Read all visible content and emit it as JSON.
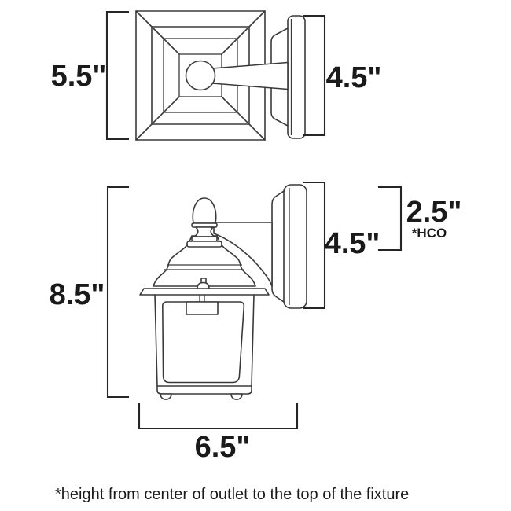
{
  "diagram": {
    "title_hint": "wall lantern dimension drawing",
    "top_view": {
      "height_label": "5.5\"",
      "depth_label": "4.5\""
    },
    "side_view": {
      "height_label": "8.5\"",
      "depth_label": "4.5\"",
      "hco_label": "2.5\"",
      "hco_abbr": "*HCO",
      "width_label": "6.5\""
    },
    "footnote": "*height from center of outlet to the top of the fixture"
  },
  "colors": {
    "line": "#3a3a3a",
    "bracket": "#262626",
    "text": "#1a1a1a",
    "background": "#ffffff"
  }
}
